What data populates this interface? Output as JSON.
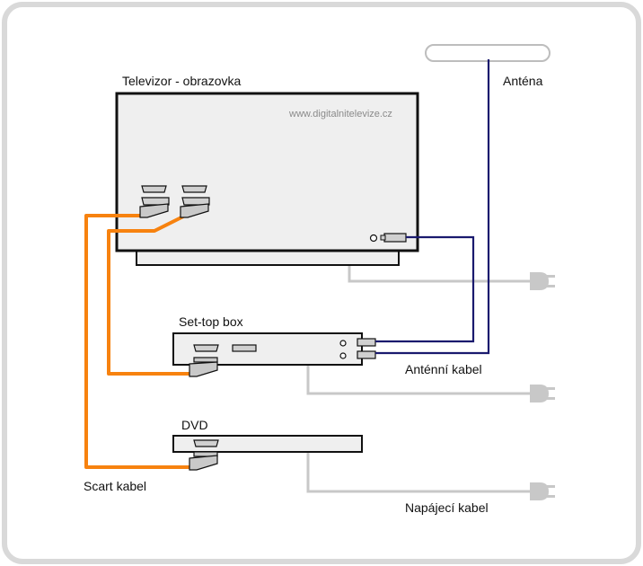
{
  "title": "Televizor - obrazovka",
  "watermark": "www.digitalnitelevize.cz",
  "labels": {
    "antenna": "Anténa",
    "settop": "Set-top box",
    "dvd": "DVD",
    "antenna_cable": "Anténní kabel",
    "power_cable": "Napájecí kabel",
    "scart_cable": "Scart kabel"
  },
  "colors": {
    "frame": "#d9d9d9",
    "device_fill": "#efefef",
    "outline": "#111111",
    "scart_cable": "#f7820f",
    "antenna_cable": "#1a1a6e",
    "power_cable": "#c8c8c8",
    "connector": "#c9c9c9"
  },
  "devices": [
    "tv",
    "antenna",
    "settop",
    "dvd"
  ],
  "connections": [
    {
      "from": "antenna",
      "to": "settop",
      "type": "antenna_cable"
    },
    {
      "from": "settop",
      "to": "tv",
      "type": "antenna_cable"
    },
    {
      "from": "dvd",
      "to": "tv",
      "type": "scart_cable"
    },
    {
      "from": "settop",
      "to": "tv",
      "type": "scart_cable"
    },
    {
      "from": "tv",
      "to": "power",
      "type": "power_cable"
    },
    {
      "from": "settop",
      "to": "power",
      "type": "power_cable"
    },
    {
      "from": "dvd",
      "to": "power",
      "type": "power_cable"
    }
  ]
}
